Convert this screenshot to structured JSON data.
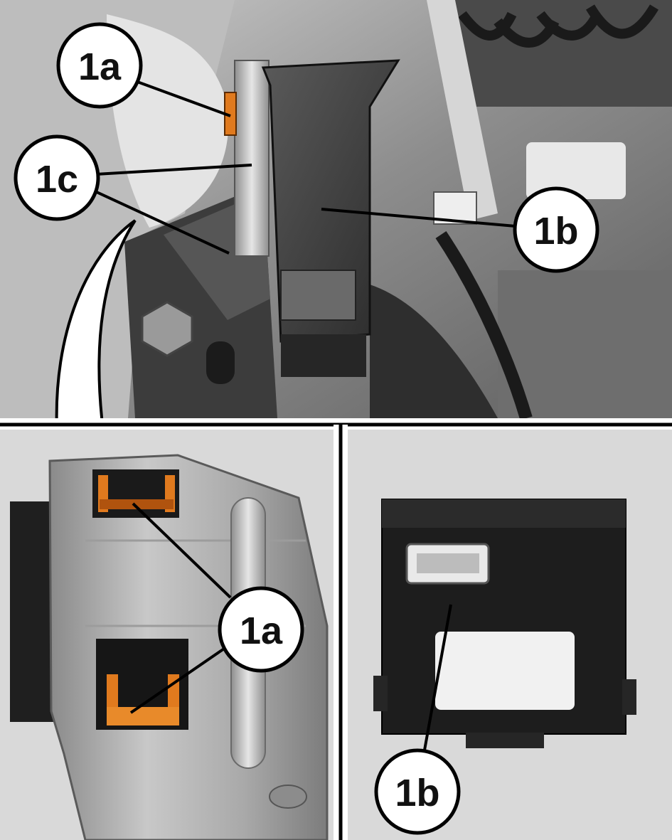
{
  "callouts": {
    "top_1a": "1a",
    "top_1c": "1c",
    "top_1b": "1b",
    "bottom_left_1a": "1a",
    "bottom_right_1b": "1b"
  },
  "colors": {
    "clip_orange": "#e07a1e",
    "dark_plastic": "#1e1e1e",
    "metal": "#b4b4b4",
    "panel_background": "#d9d9d9"
  }
}
